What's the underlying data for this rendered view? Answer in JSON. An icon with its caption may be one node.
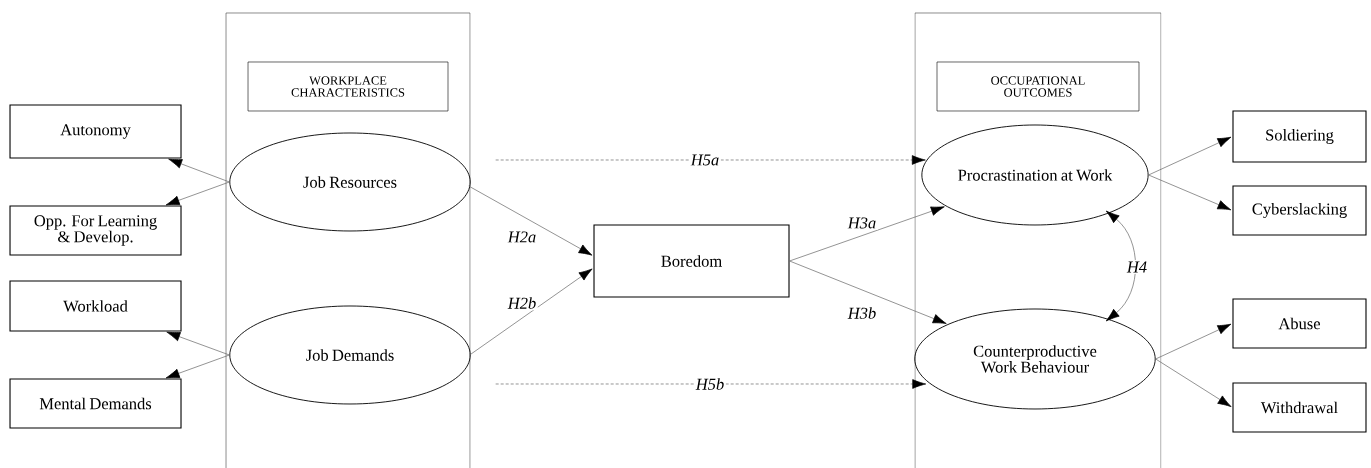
{
  "diagram": {
    "nodes": [
      {
        "text": [],
        "shape": "box"
      },
      {
        "text": [
          "WORKPLACE CHARACTERISTICS"
        ],
        "in": 0
      },
      {
        "text": [
          "Job Resources"
        ],
        "in": 0
      },
      {
        "text": [
          "Job Demands"
        ],
        "in": 0
      },
      {
        "text": [
          "Autonomy"
        ]
      },
      {
        "text": [
          "Opp. For Learning & Develop."
        ]
      },
      {
        "text": [
          "Workload"
        ]
      },
      {
        "text": [
          "Mental Demands"
        ]
      },
      {
        "text": [
          "Boredom"
        ]
      },
      {
        "text": [],
        "shape": "box"
      },
      {
        "text": [
          "OCCUPATIONAL OUTCOMES"
        ],
        "in": 9
      },
      {
        "text": [
          "Procrastination at Work"
        ],
        "in": 9
      },
      {
        "text": [
          "Counterproductive Work Behaviour"
        ],
        "in": 9
      },
      {
        "text": [
          "Soldiering"
        ]
      },
      {
        "text": [
          "Cyberslacking"
        ]
      },
      {
        "text": [
          "Abuse"
        ]
      },
      {
        "text": [
          "Withdrawal"
        ]
      }
    ],
    "edges": [
      {
        "from": 2,
        "to": 4,
        "arrow": "to"
      },
      {
        "from": 2,
        "to": 5,
        "arrow": "to"
      },
      {
        "from": 3,
        "to": 6,
        "arrow": "to"
      },
      {
        "from": 3,
        "to": 7,
        "arrow": "to"
      },
      {
        "from": 2,
        "to": 8,
        "arrow": "to",
        "label": "H2a"
      },
      {
        "from": 3,
        "to": 8,
        "arrow": "to",
        "label": "H2b"
      },
      {
        "from": 8,
        "to": 11,
        "arrow": "to",
        "label": "H3a"
      },
      {
        "from": 8,
        "to": 12,
        "arrow": "to",
        "label": "H3b"
      },
      {
        "from": 2,
        "to": 11,
        "arrow": "to",
        "label": "H5a",
        "style": "dashed"
      },
      {
        "from": 3,
        "to": 12,
        "arrow": "to",
        "label": "H5b",
        "style": "dashed"
      },
      {
        "from": 11,
        "to": 12,
        "arrow": "both",
        "label": "H4"
      },
      {
        "from": 11,
        "to": 13,
        "arrow": "to"
      },
      {
        "from": 11,
        "to": 14,
        "arrow": "to"
      },
      {
        "from": 12,
        "to": 15,
        "arrow": "to"
      },
      {
        "from": 12,
        "to": 16,
        "arrow": "to"
      }
    ]
  }
}
